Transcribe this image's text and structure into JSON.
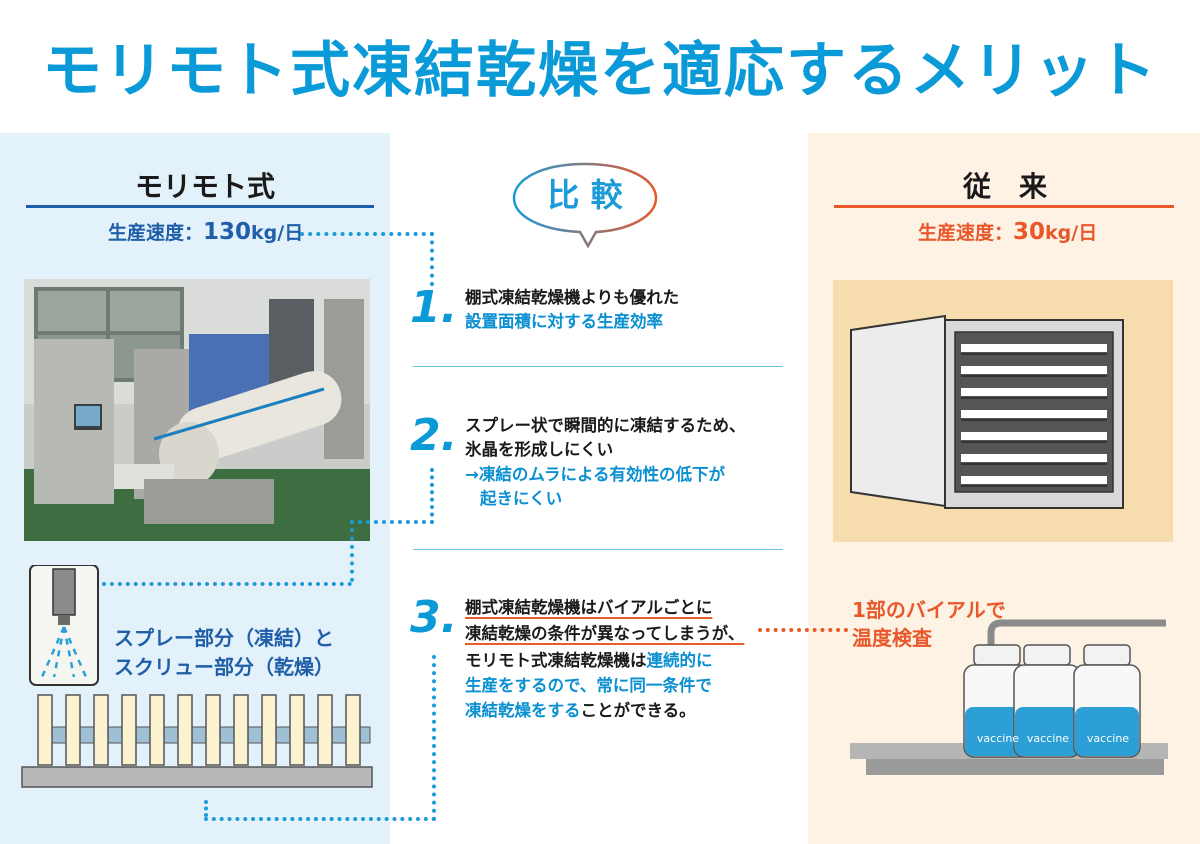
{
  "title": "モリモト式凍結乾燥を適応するメリット",
  "left": {
    "heading": "モリモト式",
    "rate_label": "生産速度：",
    "rate_value": "130",
    "rate_unit": "kg/日",
    "caption_line1": "スプレー部分（凍結）と",
    "caption_line2": "スクリュー部分（乾燥）"
  },
  "center": {
    "bubble": "比 較",
    "steps": [
      {
        "num": "1.",
        "line1": "棚式凍結乾燥機よりも優れた",
        "line2": "設置面積に対する生産効率"
      },
      {
        "num": "2.",
        "line1": "スプレー状で瞬間的に凍結するため、",
        "line2": "氷晶を形成しにくい",
        "line3": "→凍結のムラによる有効性の低下が",
        "line4": "起きにくい"
      },
      {
        "num": "3.",
        "l1a": "棚式凍結乾燥機は",
        "l1b": "バイアルごとに",
        "l2a": "凍結乾燥の条件が異なってしまうが、",
        "l3a": "モリモト式凍結乾燥機は",
        "l3b": "連続的に",
        "l4a": "生産をするので、常に同一条件で",
        "l5a": "凍結乾燥をする",
        "l5b": "ことができる。"
      }
    ]
  },
  "right": {
    "heading": "従　来",
    "rate_label": "生産速度：",
    "rate_value": "30",
    "rate_unit": "kg/日",
    "caption_line1": "1部のバイアルで",
    "caption_line2": "温度検査",
    "vial_label": "vaccine"
  },
  "colors": {
    "accent_blue": "#0a9ad8",
    "accent_orange": "#e8582a",
    "left_bg": "#e3f1fa",
    "right_bg": "#fdf2e3"
  }
}
